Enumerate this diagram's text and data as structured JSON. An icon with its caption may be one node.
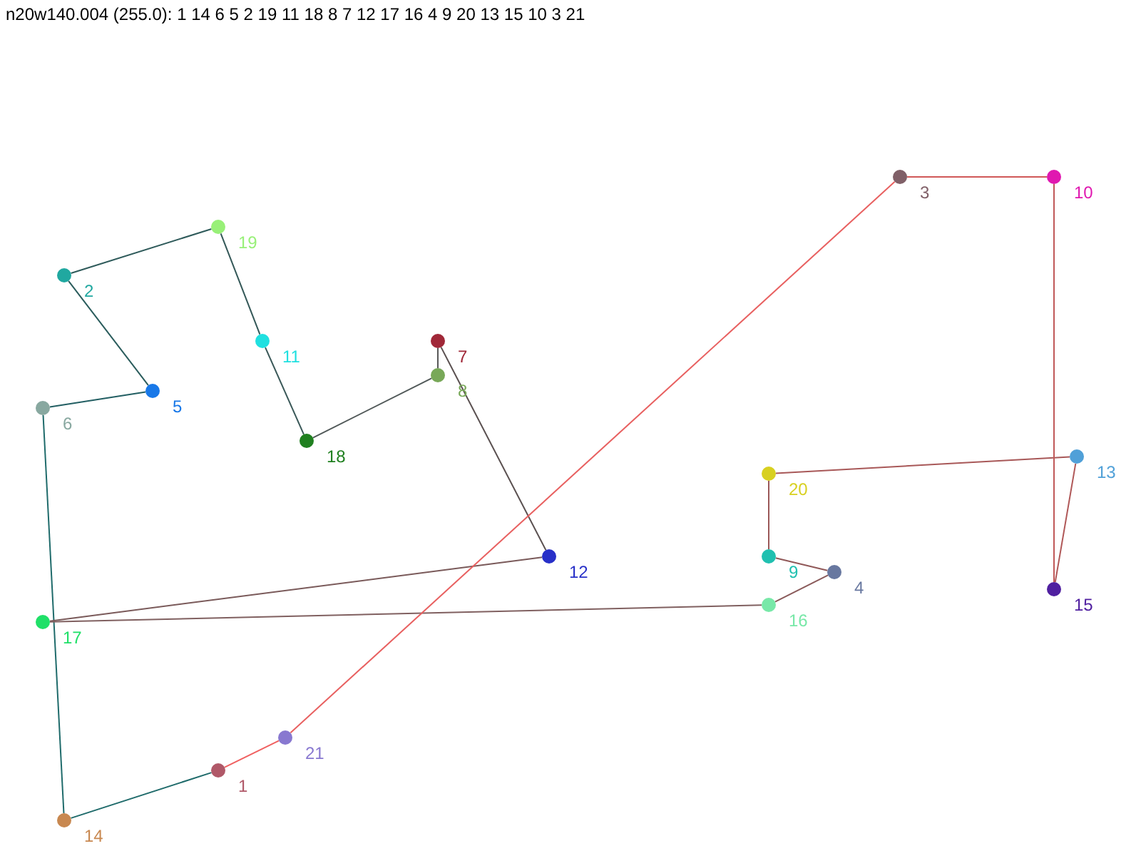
{
  "diagram": {
    "title": "n20w140.004 (255.0): 1 14 6 5 2 19 11 18 8 7 12 17 16 4 9 20 13 15 10 3 21",
    "nodes": [
      {
        "text": [],
        "shape": "circle",
        "beside": [
          "1"
        ]
      },
      {
        "text": [],
        "shape": "circle",
        "beside": [
          "2"
        ]
      },
      {
        "text": [],
        "shape": "circle",
        "beside": [
          "3"
        ]
      },
      {
        "text": [],
        "shape": "circle",
        "beside": [
          "4"
        ]
      },
      {
        "text": [],
        "shape": "circle",
        "beside": [
          "5"
        ]
      },
      {
        "text": [],
        "shape": "circle",
        "beside": [
          "6"
        ]
      },
      {
        "text": [],
        "shape": "circle",
        "beside": [
          "7"
        ]
      },
      {
        "text": [],
        "shape": "circle",
        "beside": [
          "8"
        ]
      },
      {
        "text": [],
        "shape": "circle",
        "beside": [
          "9"
        ]
      },
      {
        "text": [],
        "shape": "circle",
        "beside": [
          "10"
        ]
      },
      {
        "text": [],
        "shape": "circle",
        "beside": [
          "11"
        ]
      },
      {
        "text": [],
        "shape": "circle",
        "beside": [
          "12"
        ]
      },
      {
        "text": [],
        "shape": "circle",
        "beside": [
          "13"
        ]
      },
      {
        "text": [],
        "shape": "circle",
        "beside": [
          "14"
        ]
      },
      {
        "text": [],
        "shape": "circle",
        "beside": [
          "15"
        ]
      },
      {
        "text": [],
        "shape": "circle",
        "beside": [
          "16"
        ]
      },
      {
        "text": [],
        "shape": "circle",
        "beside": [
          "17"
        ]
      },
      {
        "text": [],
        "shape": "circle",
        "beside": [
          "18"
        ]
      },
      {
        "text": [],
        "shape": "circle",
        "beside": [
          "19"
        ]
      },
      {
        "text": [],
        "shape": "circle",
        "beside": [
          "20"
        ]
      },
      {
        "text": [],
        "shape": "circle",
        "beside": [
          "21"
        ]
      }
    ],
    "edges": [
      {
        "from": 0,
        "to": 13,
        "arrow": "none",
        "color": "#1f6b6b"
      },
      {
        "from": 13,
        "to": 5,
        "arrow": "none",
        "color": "#1f6b6b"
      },
      {
        "from": 5,
        "to": 4,
        "arrow": "none",
        "color": "#235f63"
      },
      {
        "from": 4,
        "to": 1,
        "arrow": "none",
        "color": "#2a5c5c"
      },
      {
        "from": 1,
        "to": 18,
        "arrow": "none",
        "color": "#2e5a5a"
      },
      {
        "from": 18,
        "to": 10,
        "arrow": "none",
        "color": "#345858"
      },
      {
        "from": 10,
        "to": 17,
        "arrow": "none",
        "color": "#3a5858"
      },
      {
        "from": 17,
        "to": 7,
        "arrow": "none",
        "color": "#505858"
      },
      {
        "from": 7,
        "to": 6,
        "arrow": "none",
        "color": "#585858"
      },
      {
        "from": 6,
        "to": 11,
        "arrow": "none",
        "color": "#5a5050"
      },
      {
        "from": 11,
        "to": 16,
        "arrow": "none",
        "color": "#7a5a5a"
      },
      {
        "from": 16,
        "to": 15,
        "arrow": "none",
        "color": "#806060"
      },
      {
        "from": 15,
        "to": 3,
        "arrow": "none",
        "color": "#8a5a5a"
      },
      {
        "from": 3,
        "to": 8,
        "arrow": "none",
        "color": "#905858"
      },
      {
        "from": 8,
        "to": 19,
        "arrow": "none",
        "color": "#9a5858"
      },
      {
        "from": 19,
        "to": 12,
        "arrow": "none",
        "color": "#a85858"
      },
      {
        "from": 12,
        "to": 14,
        "arrow": "none",
        "color": "#b05858"
      },
      {
        "from": 14,
        "to": 9,
        "arrow": "none",
        "color": "#c05858"
      },
      {
        "from": 9,
        "to": 2,
        "arrow": "none",
        "color": "#d05858"
      },
      {
        "from": 2,
        "to": 20,
        "arrow": "none",
        "color": "#e86060"
      },
      {
        "from": 20,
        "to": 0,
        "arrow": "none",
        "color": "#f06060"
      }
    ]
  }
}
